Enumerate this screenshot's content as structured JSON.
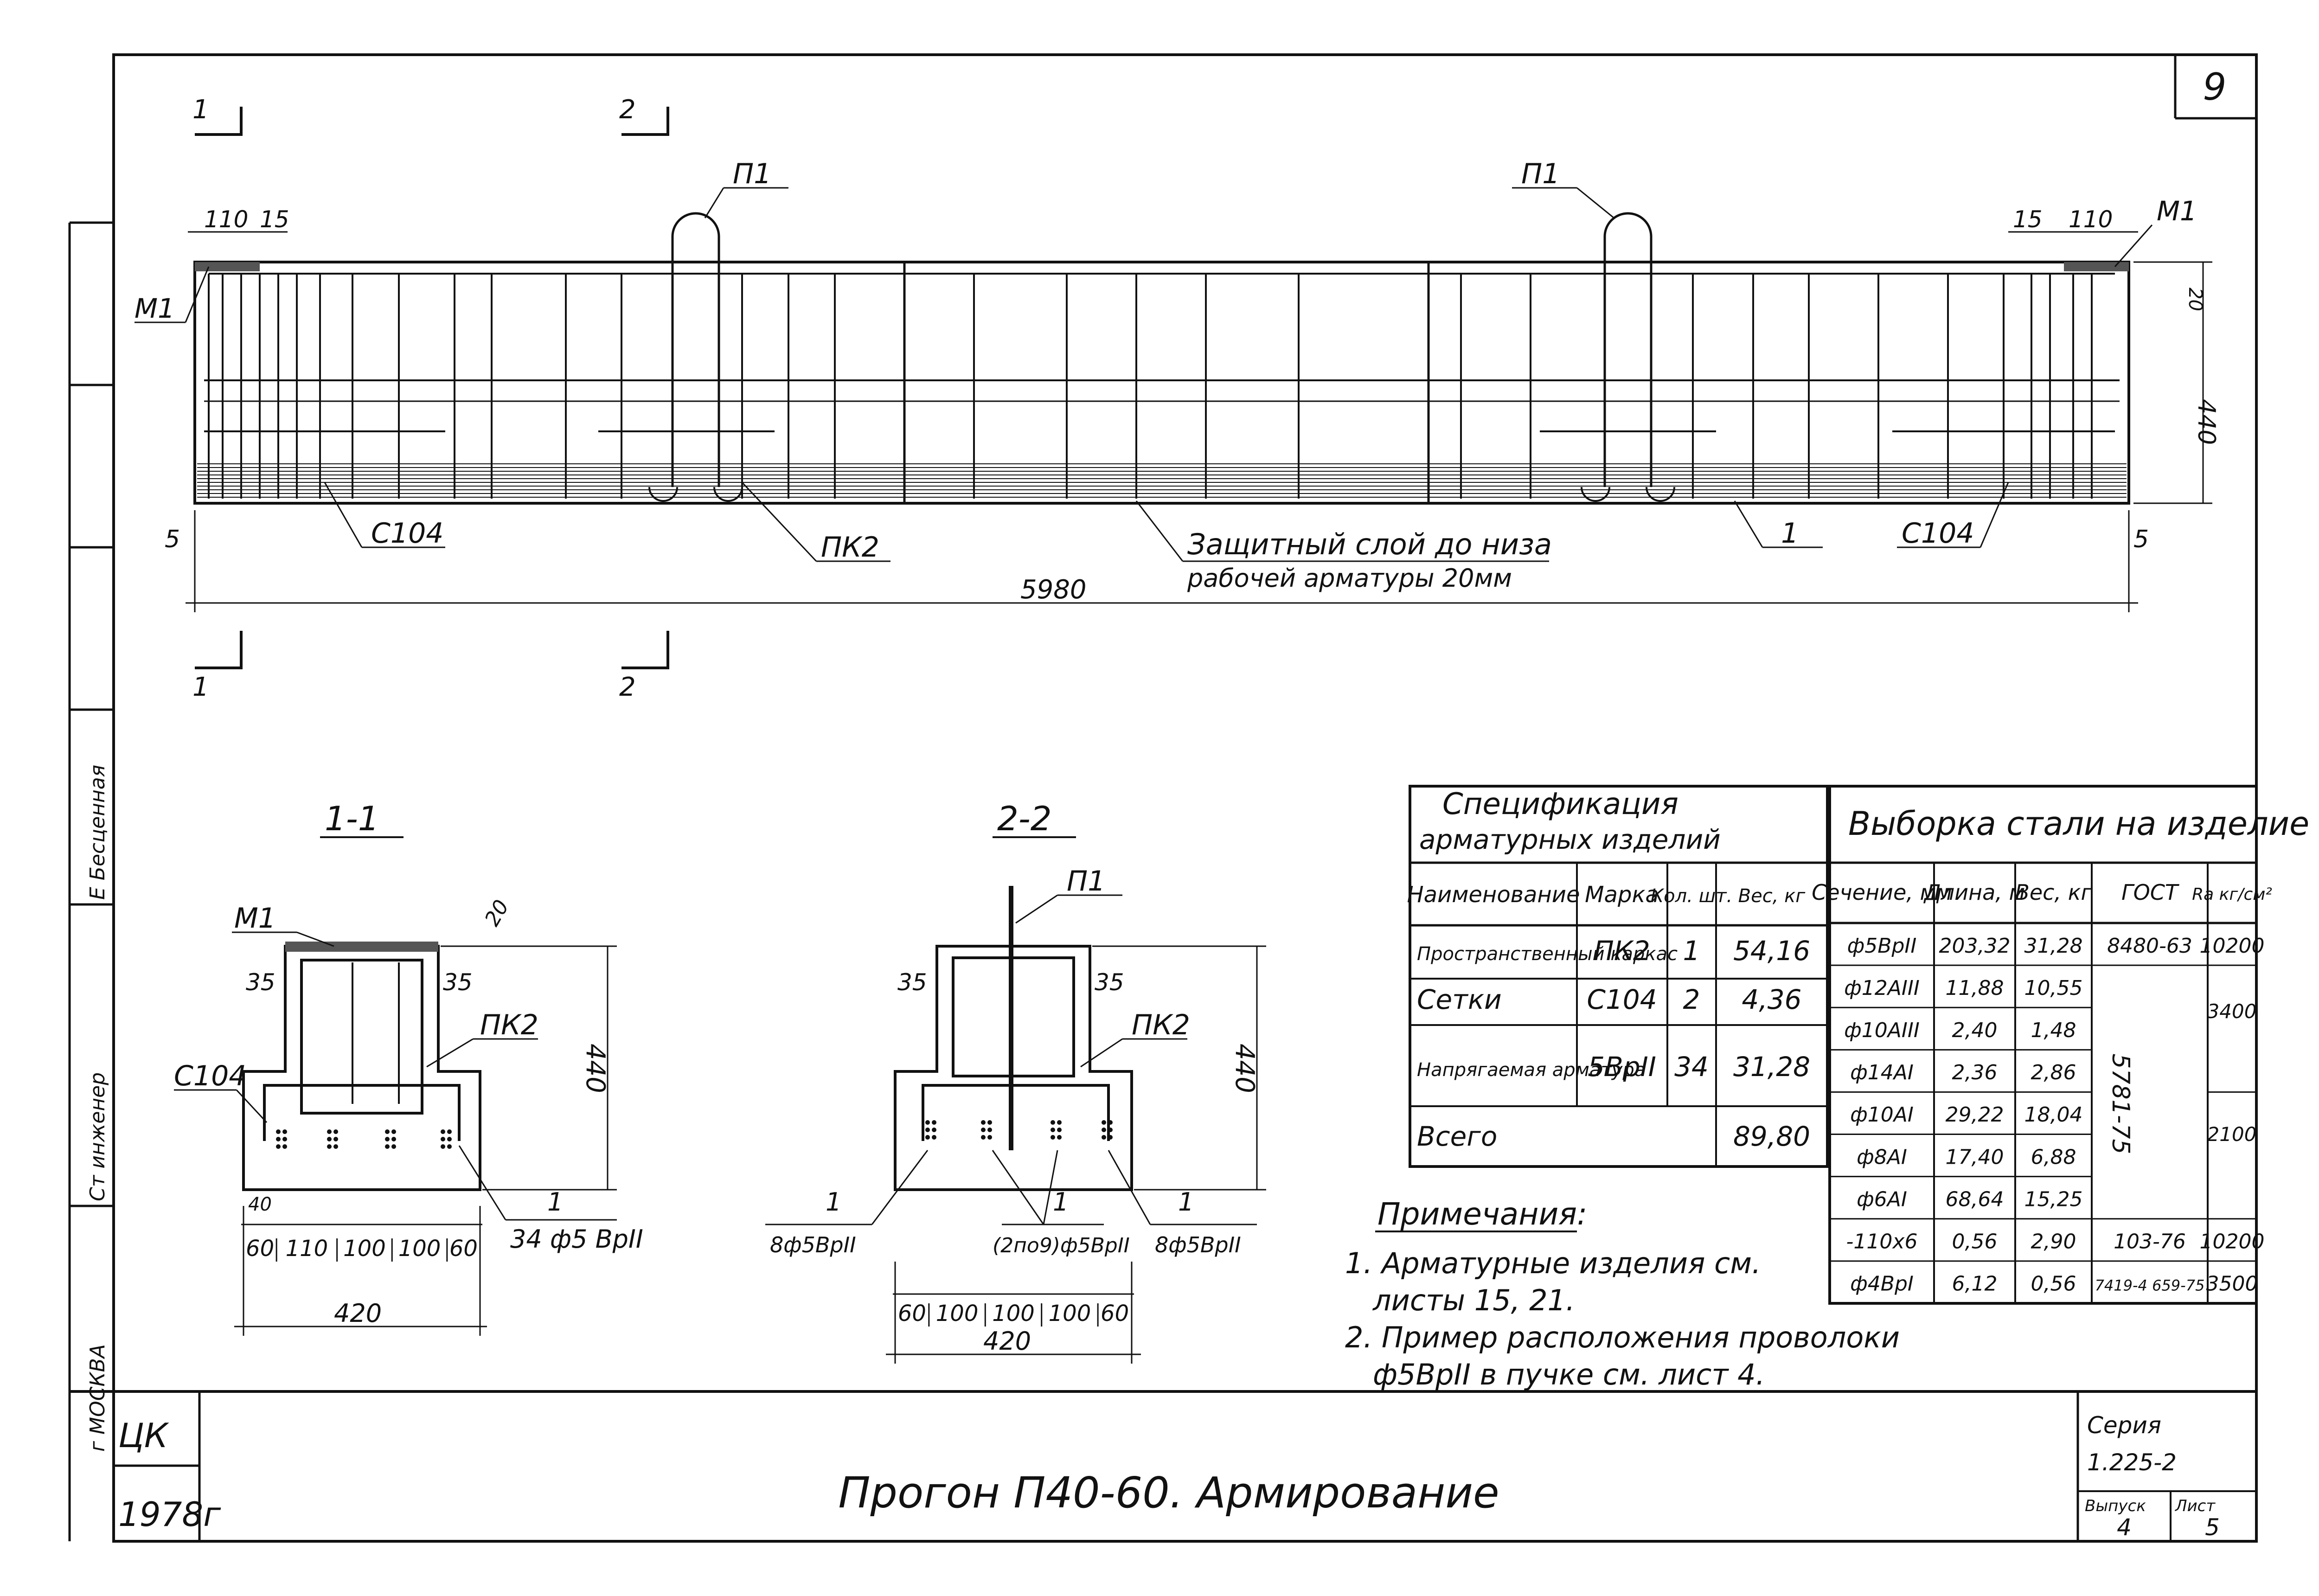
{
  "sheet_number": "9",
  "title": "Прогон П40-60. Армирование",
  "series": {
    "label": "Серия",
    "value": "1.225-2",
    "issue_label": "Выпуск",
    "issue_value": "4",
    "sheet_label": "Лист",
    "sheet_value": "5"
  },
  "stamp": {
    "org": "ЦК",
    "year": "1978г",
    "city": "г МОСКВА",
    "role": "Ст инженер",
    "name": "Е Бесценная"
  },
  "elevation": {
    "dims": {
      "total": "5980",
      "height": "440",
      "top": "20",
      "end_left": "110",
      "gap_left": "15",
      "end_right": "110",
      "gap_right": "15",
      "edge_left": "5",
      "edge_right": "5"
    },
    "labels": {
      "m1_left": "М1",
      "m1_right": "М1",
      "p1_left": "П1",
      "p1_right": "П1",
      "pk2": "ПК2",
      "c104_left": "С104",
      "c104_right": "С104",
      "pos1": "1"
    },
    "note_line1": "Защитный слой до низа",
    "note_line2": "рабочей арматуры 20мм",
    "cuts": {
      "a": "1",
      "b": "2"
    }
  },
  "section1": {
    "title": "1-1",
    "labels": {
      "m1": "М1",
      "pk2": "ПК2",
      "c104": "С104",
      "pos1": "1",
      "rebar": "34 ф5 ВрII"
    },
    "dims": {
      "top": "20",
      "side_l": "35",
      "side_r": "35",
      "height": "440",
      "cover": "40",
      "width": "420"
    },
    "bottom_dims": [
      "60",
      "110",
      "100",
      "100",
      "60"
    ]
  },
  "section2": {
    "title": "2-2",
    "labels": {
      "p1": "П1",
      "pk2": "ПК2",
      "pos1_l": "1",
      "pos1_c": "1",
      "pos1_r": "1",
      "rebar_l": "8ф5ВрII",
      "rebar_c": "(2по9)ф5ВрII",
      "rebar_r": "8ф5ВрII"
    },
    "dims": {
      "side_l": "35",
      "side_r": "35",
      "height": "440",
      "width": "420"
    },
    "bottom_dims": [
      "60",
      "100",
      "100",
      "100",
      "60"
    ]
  },
  "spec": {
    "title_line1": "Спецификация",
    "title_line2": "арматурных изделий",
    "headers": [
      "Наименование",
      "Марка",
      "Кол. шт.",
      "Вес, кг"
    ],
    "rows": [
      [
        "Пространственный каркас",
        "ПК2",
        "1",
        "54,16"
      ],
      [
        "Сетки",
        "С104",
        "2",
        "4,36"
      ],
      [
        "Напрягаемая арматура",
        "5ВрII",
        "34",
        "31,28"
      ],
      [
        "Всего",
        "",
        "",
        "89,80"
      ]
    ]
  },
  "steel": {
    "title": "Выборка стали на изделие",
    "headers": [
      "Сечение, мм",
      "Длина, м",
      "Вес, кг",
      "ГОСТ",
      "Ra кг/см²"
    ],
    "rows": [
      [
        "ф5ВрII",
        "203,32",
        "31,28",
        "8480-63",
        "10200"
      ],
      [
        "ф12АIII",
        "11,88",
        "10,55",
        "",
        ""
      ],
      [
        "ф10АIII",
        "2,40",
        "1,48",
        "",
        ""
      ],
      [
        "ф14АI",
        "2,36",
        "2,86",
        "",
        ""
      ],
      [
        "ф10АI",
        "29,22",
        "18,04",
        "",
        ""
      ],
      [
        "ф8АI",
        "17,40",
        "6,88",
        "",
        ""
      ],
      [
        "ф6АI",
        "68,64",
        "15,25",
        "",
        ""
      ],
      [
        "-110х6",
        "0,56",
        "2,90",
        "103-76",
        "10200"
      ],
      [
        "ф4ВрI",
        "6,12",
        "0,56",
        "7419-4 659-75",
        "3500"
      ]
    ],
    "gost_merged": "5781-75",
    "ra_merged_1": "3400",
    "ra_merged_2": "2100"
  },
  "notes": {
    "title": "Примечания:",
    "lines": [
      "1. Арматурные изделия см.",
      "листы 15, 21.",
      "2. Пример расположения проволоки",
      "ф5ВрII в пучке см. лист 4."
    ]
  }
}
